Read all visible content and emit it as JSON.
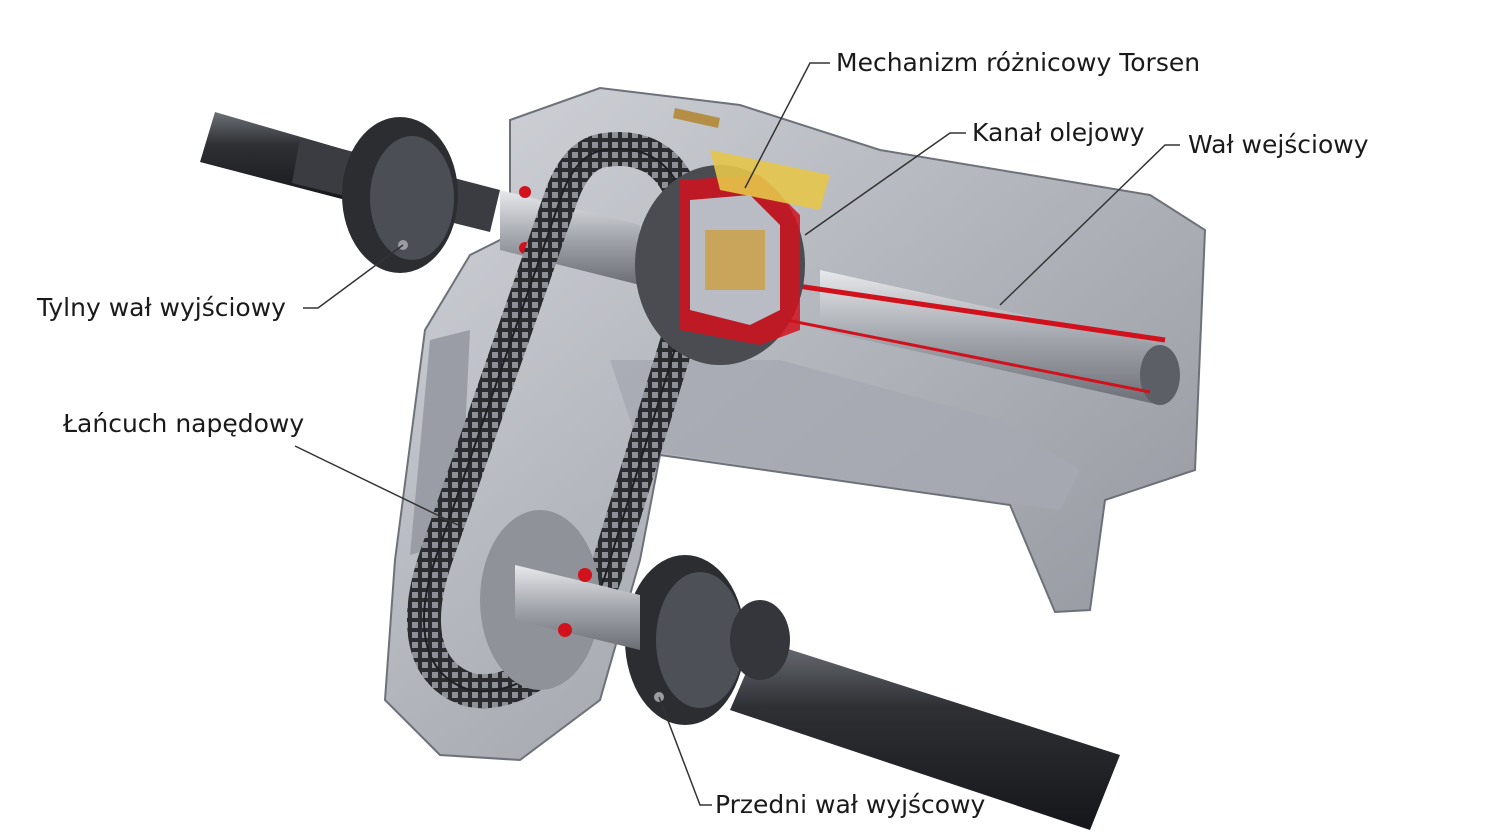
{
  "labels": {
    "torsen": "Mechanizm różnicowy Torsen",
    "oil_channel": "Kanał olejowy",
    "input_shaft": "Wał wejściowy",
    "rear_output": "Tylny wał wyjściowy",
    "drive_chain": "Łańcuch napędowy",
    "front_output": "Przedni wał wyjścowy"
  },
  "colors": {
    "housing": "#b9bcc4",
    "housing_dark": "#7d8089",
    "shaft": "#3c3e43",
    "chain": "#2a2c30",
    "oil": "#d1121d",
    "brass": "#c8a55a",
    "leader": "#333333"
  }
}
